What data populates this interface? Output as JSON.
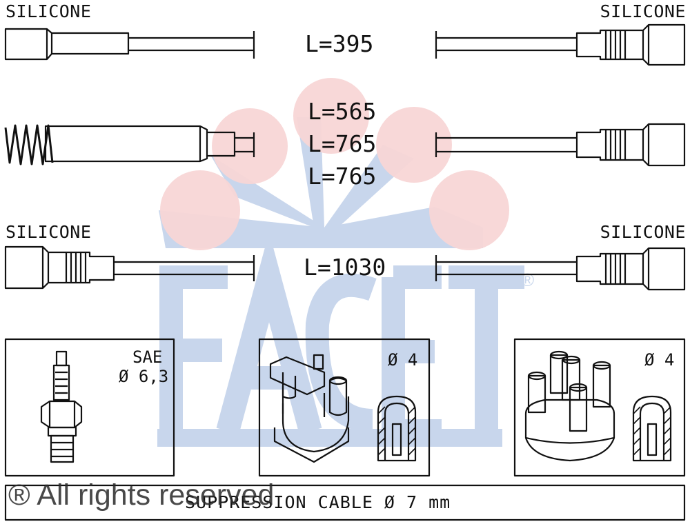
{
  "cables": {
    "top": {
      "material_left": "SILICONE",
      "material_right": "SILICONE",
      "length": "L=395"
    },
    "middle": {
      "lengths": [
        "L=565",
        "L=765",
        "L=765"
      ]
    },
    "bottom": {
      "material_left": "SILICONE",
      "material_right": "SILICONE",
      "length": "L=1030"
    }
  },
  "panels": {
    "spark_plug": {
      "standard": "SAE",
      "diameter": "Ø 6,3"
    },
    "coil": {
      "diameter": "Ø 4"
    },
    "distributor": {
      "diameter": "Ø 4"
    }
  },
  "footer": {
    "text": "SUPPRESSION CABLE  Ø  7 mm"
  },
  "watermark": {
    "brand": "FACET",
    "brand_color": "#c8d6ec",
    "circle_color": "#f8d6d6",
    "copyright": "® All rights reserved"
  },
  "icons": [
    "spark-plug-icon",
    "ignition-coil-icon",
    "distributor-cap-icon",
    "terminal-section-icon",
    "spring-icon"
  ]
}
